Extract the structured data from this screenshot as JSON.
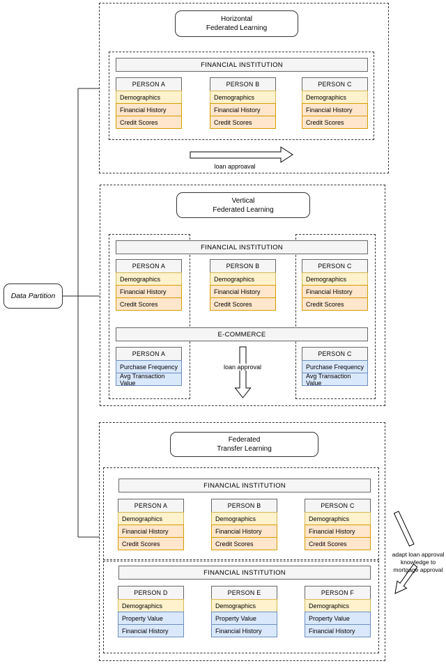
{
  "partition_label": "Data Partition",
  "palette": {
    "yellow_fill": "#FFF2CC",
    "yellow_border": "#D6B656",
    "orange_fill": "#FFE6CC",
    "orange_border": "#D79B00",
    "blue_fill": "#DAE8FC",
    "blue_border": "#6C8EBF",
    "header_fill": "#F5F5F5",
    "header_border": "#666666"
  },
  "sections": {
    "horizontal": {
      "title": [
        "Horizontal",
        "Federated Learning"
      ],
      "institution": "FINANCIAL INSTITUTION",
      "cards": [
        {
          "name": "PERSON A",
          "rows": [
            "Demographics",
            "Financial History",
            "Credit Scores"
          ]
        },
        {
          "name": "PERSON B",
          "rows": [
            "Demographics",
            "Financial History",
            "Credit Scores"
          ]
        },
        {
          "name": "PERSON C",
          "rows": [
            "Demographics",
            "Financial History",
            "Credit Scores"
          ]
        }
      ],
      "arrow_label": "loan approaval"
    },
    "vertical": {
      "title": [
        "Vertical",
        "Federated Learning"
      ],
      "institution": "FINANCIAL INSTITUTION",
      "bank_cards": [
        {
          "name": "PERSON A",
          "rows": [
            "Demographics",
            "Financial History",
            "Credit Scores"
          ]
        },
        {
          "name": "PERSON B",
          "rows": [
            "Demographics",
            "Financial History",
            "Credit Scores"
          ]
        },
        {
          "name": "PERSON C",
          "rows": [
            "Demographics",
            "Financial History",
            "Credit Scores"
          ]
        }
      ],
      "ecommerce": "E-COMMERCE",
      "ecommerce_cards": [
        {
          "name": "PERSON A",
          "rows": [
            "Purchase Frequency",
            "Avg Transaction Value"
          ]
        },
        {
          "name": "PERSON C",
          "rows": [
            "Purchase Frequency",
            "Avg Transaction Value"
          ]
        }
      ],
      "arrow_label": "loan approval"
    },
    "transfer": {
      "title": [
        "Federated",
        "Transfer Learning"
      ],
      "institution_top": "FINANCIAL INSTITUTION",
      "institution_bottom": "FINANCIAL INSTITUTION",
      "source_cards": [
        {
          "name": "PERSON A",
          "rows": [
            "Demographics",
            "Financial History",
            "Credit Scores"
          ]
        },
        {
          "name": "PERSON B",
          "rows": [
            "Demographics",
            "Financial History",
            "Credit Scores"
          ]
        },
        {
          "name": "PERSON C",
          "rows": [
            "Demographics",
            "Financial History",
            "Credit Scores"
          ]
        }
      ],
      "target_cards": [
        {
          "name": "PERSON D",
          "rows": [
            "Demographics",
            "Property Value",
            "Financial History"
          ]
        },
        {
          "name": "PERSON E",
          "rows": [
            "Demographics",
            "Property Value",
            "Financial History"
          ]
        },
        {
          "name": "PERSON F",
          "rows": [
            "Demographics",
            "Property Value",
            "Financial History"
          ]
        }
      ],
      "arrow_label_lines": [
        "adapt loan approval",
        "knowledge to",
        "mortgage approval"
      ]
    }
  }
}
